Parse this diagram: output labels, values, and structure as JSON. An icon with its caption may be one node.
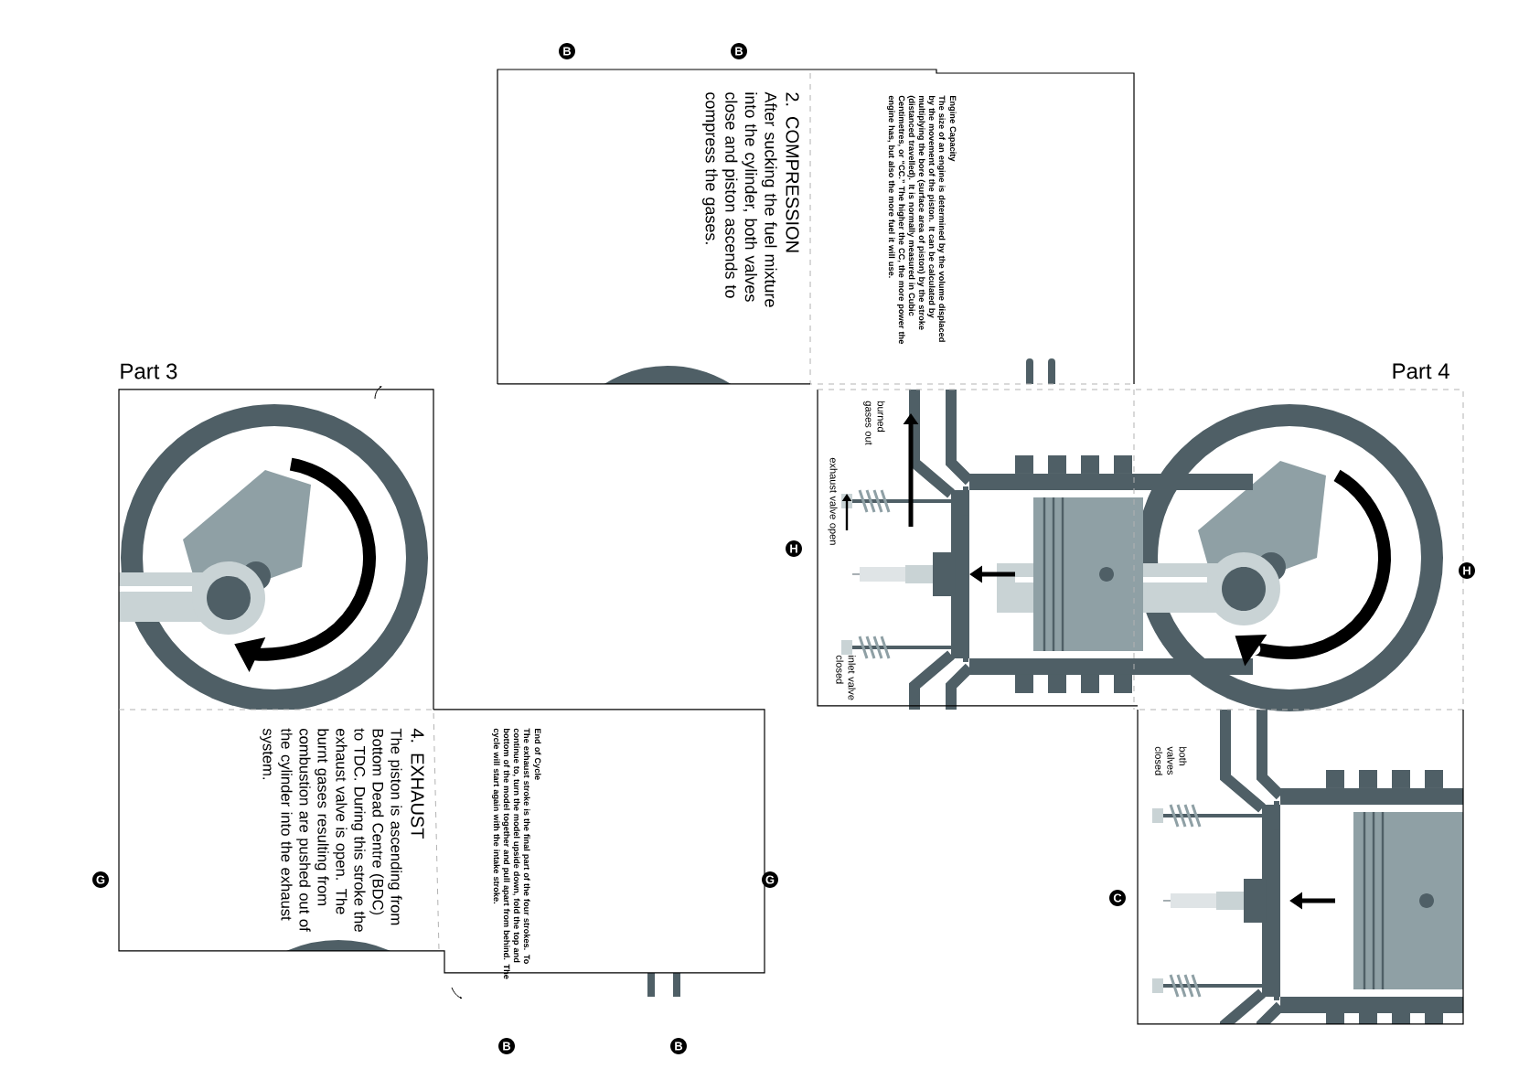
{
  "diagram": {
    "labels": [
      "B",
      "B",
      "2. COMPRESSION",
      "After sucking the fuel mixture into the cylinder, both valves close and piston ascends to compress the gases.",
      "Engine Capacity",
      "The size of an engine is determined by the volume displaced by the movement of the piston. It can be calculated by multiplying the bore (surface area of piston) by the stroke (distanced travelled). It is normally measured in Cubic Centimetres, or “CC.” The higher the CC, the more power the engine has, but also the more fuel it will use.",
      "Part 3",
      "Part 4",
      "burned gases out",
      "exhaust valve open",
      "H",
      "H",
      "inlet valve closed",
      "G",
      "4. EXHAUST",
      "The piston is ascending from Bottom Dead Centre (BDC) to TDC. During this stroke the exhaust valve is open. The burnt gases resulting from combustion are pushed out of the cylinder into the exhaust system.",
      "End of Cycle",
      "The exhaust stroke is the final part of the four strokes. To continue to, turn the model upside down, fold the top and bottom of the model together and pull apart from behind. The cycle will start again with the intake stroke.",
      "G",
      "C",
      "both valves closed",
      "B",
      "B"
    ]
  }
}
